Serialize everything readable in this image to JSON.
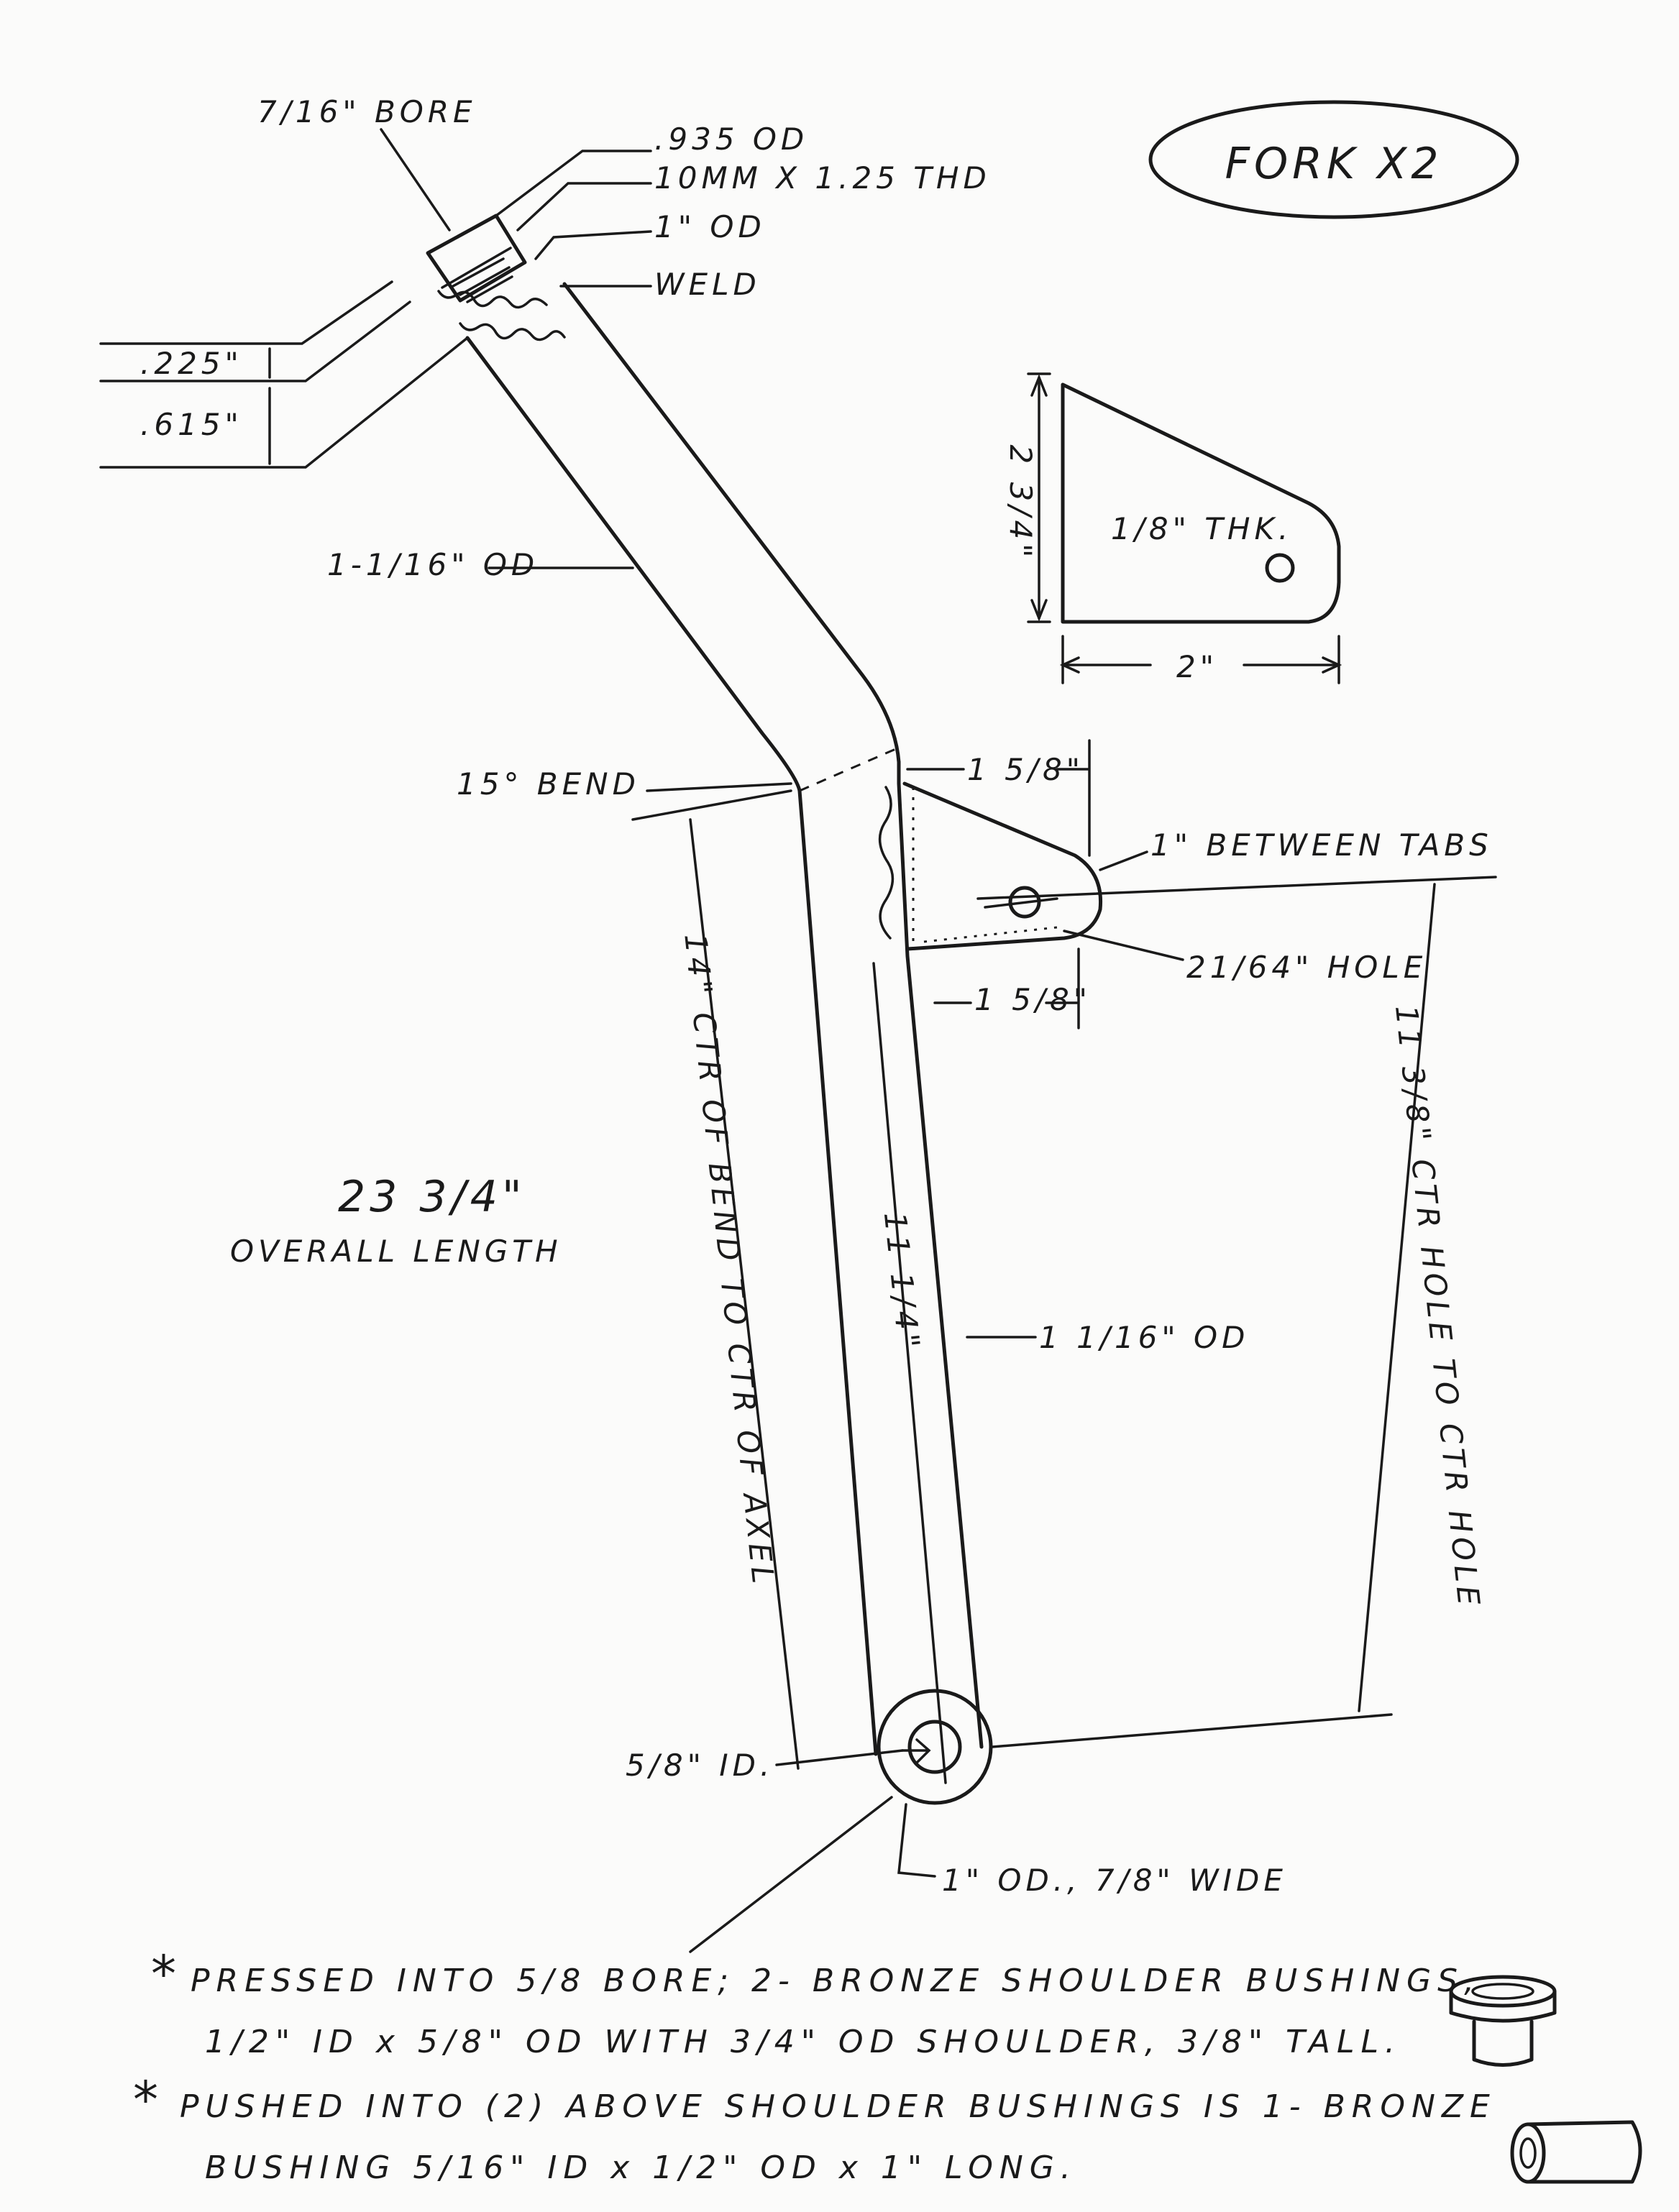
{
  "title": "FORK X2",
  "top_callouts": {
    "bore": "7/16\" BORE",
    "od_935": ".935 OD",
    "thread": "10MM X 1.25 THD",
    "od_1": "1\" OD",
    "weld": "WELD"
  },
  "dims_left": {
    "d225": ".225\"",
    "d615": ".615\""
  },
  "tube_upper_od": "1-1/16\" OD",
  "bend": "15° BEND",
  "tab": {
    "height": "2 3/4\"",
    "thickness": "1/8\" THK.",
    "width": "2\""
  },
  "tab_upper_dim": "1 5/8\"",
  "tab_lower_dim": "1 5/8\"",
  "between_tabs": "1\" BETWEEN TABS",
  "hole": "21/64\" HOLE",
  "bend_to_axle": "14\" CTR OF BEND TO CTR OF AXEL",
  "lower_length": "11 1/4\"",
  "tube_lower_od": "1 1/16\" OD",
  "hole_to_hole": "11 3/8\" CTR HOLE TO CTR HOLE",
  "overall_length_value": "23 3/4\"",
  "overall_length_label": "OVERALL LENGTH",
  "axle_id": "5/8\" ID.",
  "axle_od": "1\" OD., 7/8\" WIDE",
  "notes": [
    {
      "star": "*",
      "line1": "PRESSED INTO 5/8 BORE; 2- BRONZE SHOULDER BUSHINGS,",
      "line2": "1/2\" ID x 5/8\" OD WITH 3/4\" OD SHOULDER, 3/8\" TALL."
    },
    {
      "star": "*",
      "line1": "PUSHED INTO (2) ABOVE SHOULDER BUSHINGS IS 1- BRONZE",
      "line2": "BUSHING 5/16\" ID x 1/2\" OD x 1\" LONG."
    }
  ]
}
